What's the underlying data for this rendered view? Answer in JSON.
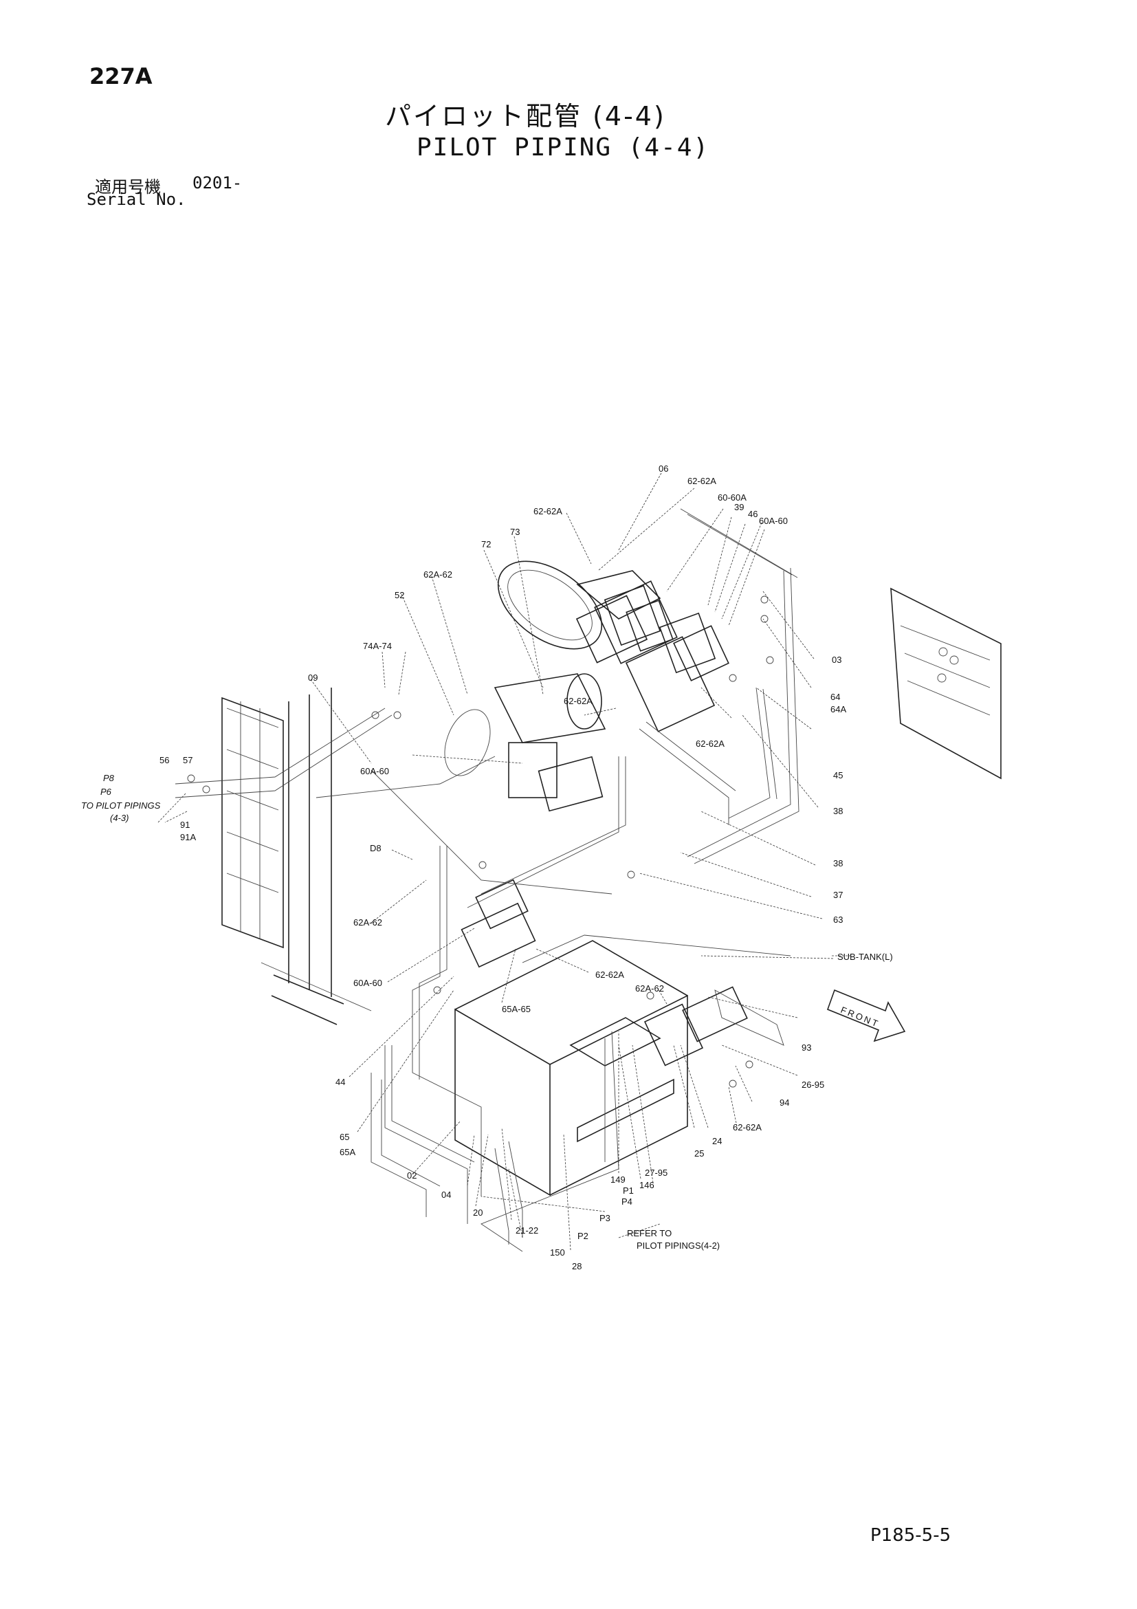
{
  "header": {
    "page_number": "227A",
    "title_jp": "パイロット配管 (4-4)",
    "title_en": "PILOT PIPING (4-4)",
    "serial_label_jp": "適用号機",
    "serial_value": "0201-",
    "serial_label_en": "Serial No."
  },
  "footer": {
    "doc_code": "P185-5-5"
  },
  "diagram": {
    "left_labels": {
      "p8": "P8",
      "p6": "P6",
      "to_pilot_1": "TO PILOT PIPINGS",
      "to_pilot_2": "(4-3)"
    },
    "callouts": [
      "06",
      "62-62A",
      "60-60A",
      "39",
      "46",
      "60A-60",
      "62-62A",
      "72",
      "73",
      "62A-62",
      "52",
      "74A-74",
      "09",
      "03",
      "64",
      "64A",
      "62-62A",
      "62-62A",
      "45",
      "38",
      "56",
      "57",
      "60A-60",
      "91",
      "91A",
      "38",
      "37",
      "D8",
      "63",
      "62A-62",
      "SUB-TANK(L)",
      "60A-60",
      "62-62A",
      "65A-65",
      "62A-62",
      "93",
      "44",
      "26-95",
      "94",
      "62-62A",
      "65",
      "65A",
      "25",
      "24",
      "02",
      "04",
      "20",
      "149",
      "146",
      "27-95",
      "P1",
      "P4",
      "P3",
      "21-22",
      "P2",
      "150",
      "28"
    ],
    "front_label": "FRONT",
    "refer_line1": "REFER TO",
    "refer_line2": "PILOT PIPINGS(4-2)"
  }
}
